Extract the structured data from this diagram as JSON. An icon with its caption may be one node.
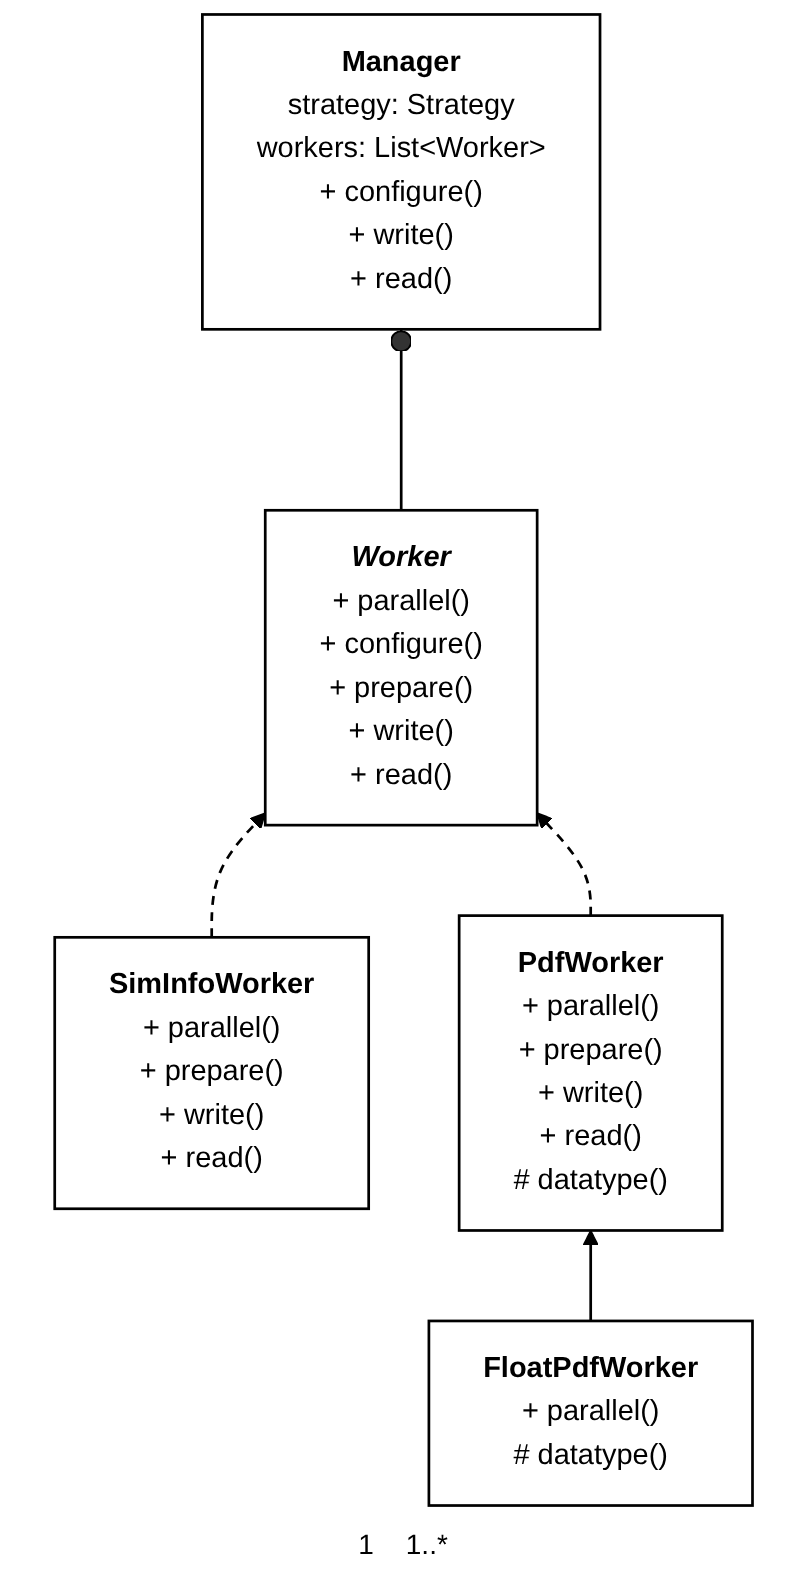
{
  "diagram": {
    "nodes": [
      {
        "text": [
          "Manager",
          "strategy: Strategy",
          "workers: List<Worker>",
          "+ configure()",
          "+ write()",
          "+ read()"
        ]
      },
      {
        "text": [
          "Worker",
          "+ parallel()",
          "+ configure()",
          "+ prepare()",
          "+ write()",
          "+ read()"
        ]
      },
      {
        "text": [
          "SimInfoWorker",
          "+ parallel()",
          "+ prepare()",
          "+ write()",
          "+ read()"
        ]
      },
      {
        "text": [
          "PdfWorker",
          "+ parallel()",
          "+ prepare()",
          "+ write()",
          "+ read()",
          "# datatype()"
        ]
      },
      {
        "text": [
          "FloatPdfWorker",
          "+ parallel()",
          "# datatype()"
        ]
      }
    ],
    "edges": [
      {
        "from": 0,
        "to": 1,
        "arrow": "other"
      },
      {
        "from": 2,
        "to": 1,
        "arrow": "to",
        "style": "dashed"
      },
      {
        "from": 3,
        "to": 1,
        "arrow": "to",
        "style": "dashed"
      },
      {
        "from": 4,
        "to": 3,
        "arrow": "to"
      }
    ],
    "labels": [
      "1",
      "1..*"
    ]
  }
}
